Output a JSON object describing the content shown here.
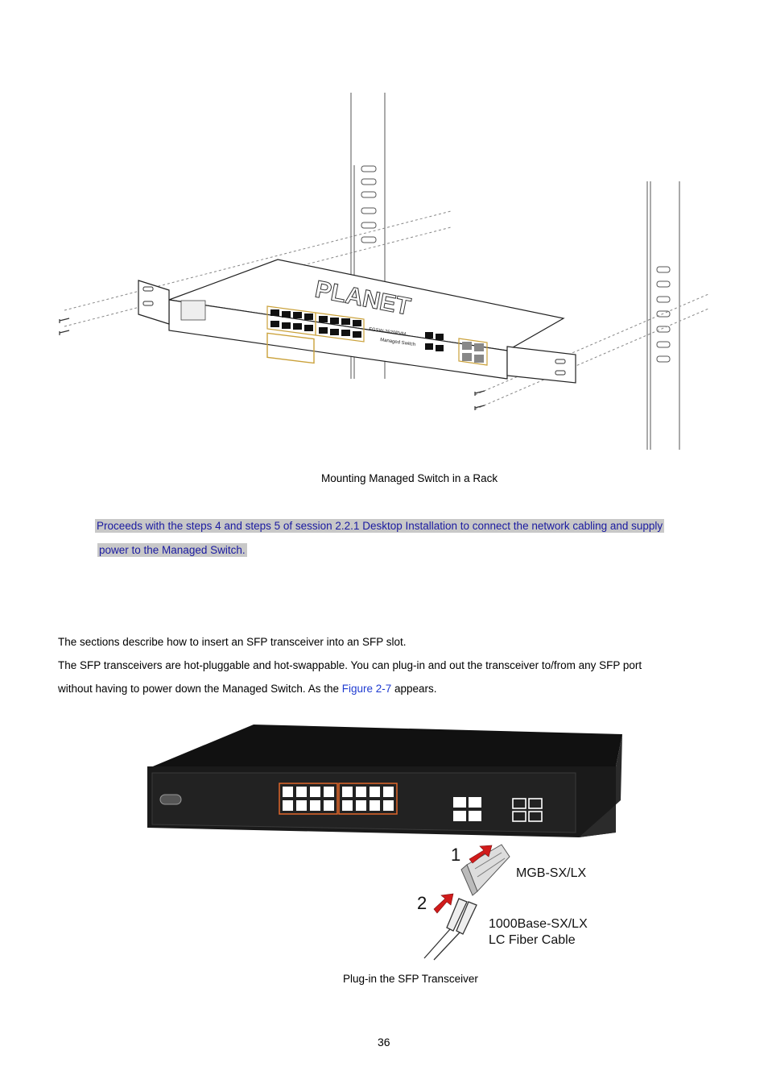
{
  "figure1": {
    "caption": "Mounting Managed Switch in a Rack",
    "brand": "PLANET",
    "front_label_1": "FGSW-2620PVM",
    "front_label_2": "Managed Switch"
  },
  "note": {
    "line1": "Proceeds with the steps 4 and steps 5 of session 2.2.1 Desktop Installation to connect the network cabling and supply",
    "line2": "power to the Managed Switch."
  },
  "body": {
    "p1": "The sections describe how to insert an SFP transceiver into an SFP slot.",
    "p2": "The SFP transceivers are hot-pluggable and hot-swappable. You can plug-in and out the transceiver to/from any SFP port",
    "p3_before": "without having to power down the Managed Switch. As the ",
    "p3_link": "Figure 2-7",
    "p3_after": " appears."
  },
  "figure2": {
    "caption": "Plug-in the SFP Transceiver",
    "step1": "1",
    "step2": "2",
    "module_label": "MGB-SX/LX",
    "cable_label_1": "1000Base-SX/LX",
    "cable_label_2": "LC Fiber Cable"
  },
  "page_number": "36",
  "colors": {
    "link": "#1f3bd1",
    "note_text": "#1a1aa0",
    "note_bg": "#c8c8c8",
    "arrow_red": "#d11b1b",
    "port_orange": "#e0662a"
  }
}
